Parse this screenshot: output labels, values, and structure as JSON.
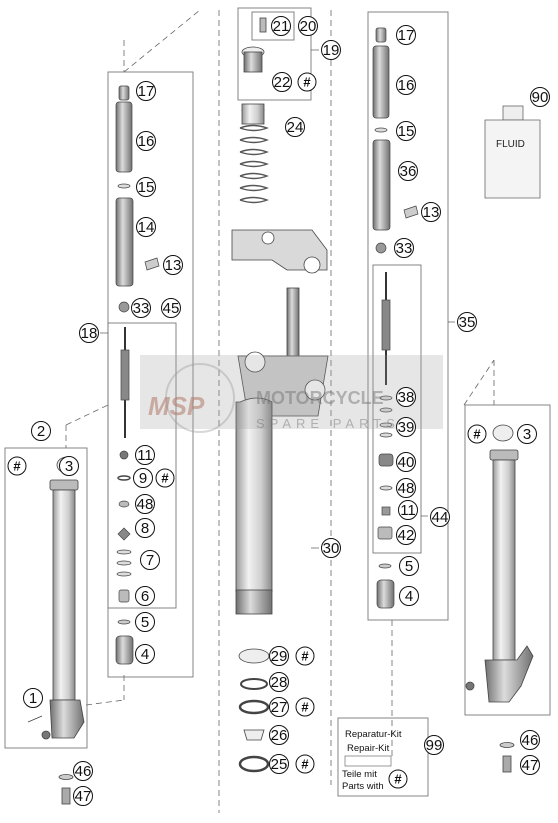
{
  "callouts": [
    {
      "id": "p1",
      "num": "1"
    },
    {
      "id": "p2",
      "num": "2"
    },
    {
      "id": "p3a",
      "num": "3"
    },
    {
      "id": "p3b",
      "num": "3"
    },
    {
      "id": "p4a",
      "num": "4"
    },
    {
      "id": "p4b",
      "num": "4"
    },
    {
      "id": "p5a",
      "num": "5"
    },
    {
      "id": "p5b",
      "num": "5"
    },
    {
      "id": "p6",
      "num": "6"
    },
    {
      "id": "p7",
      "num": "7"
    },
    {
      "id": "p8",
      "num": "8"
    },
    {
      "id": "p9",
      "num": "9"
    },
    {
      "id": "p11a",
      "num": "11"
    },
    {
      "id": "p11b",
      "num": "11"
    },
    {
      "id": "p13a",
      "num": "13"
    },
    {
      "id": "p13b",
      "num": "13"
    },
    {
      "id": "p14",
      "num": "14"
    },
    {
      "id": "p15a",
      "num": "15"
    },
    {
      "id": "p15b",
      "num": "15"
    },
    {
      "id": "p16a",
      "num": "16"
    },
    {
      "id": "p16b",
      "num": "16"
    },
    {
      "id": "p17a",
      "num": "17"
    },
    {
      "id": "p17b",
      "num": "17"
    },
    {
      "id": "p18",
      "num": "18"
    },
    {
      "id": "p19",
      "num": "19"
    },
    {
      "id": "p20",
      "num": "20"
    },
    {
      "id": "p21",
      "num": "21"
    },
    {
      "id": "p22",
      "num": "22"
    },
    {
      "id": "p24",
      "num": "24"
    },
    {
      "id": "p25",
      "num": "25"
    },
    {
      "id": "p26",
      "num": "26"
    },
    {
      "id": "p27",
      "num": "27"
    },
    {
      "id": "p28",
      "num": "28"
    },
    {
      "id": "p29",
      "num": "29"
    },
    {
      "id": "p30",
      "num": "30"
    },
    {
      "id": "p33a",
      "num": "33"
    },
    {
      "id": "p33b",
      "num": "33"
    },
    {
      "id": "p35",
      "num": "35"
    },
    {
      "id": "p36",
      "num": "36"
    },
    {
      "id": "p38",
      "num": "38"
    },
    {
      "id": "p39",
      "num": "39"
    },
    {
      "id": "p40",
      "num": "40"
    },
    {
      "id": "p42",
      "num": "42"
    },
    {
      "id": "p44",
      "num": "44"
    },
    {
      "id": "p45",
      "num": "45"
    },
    {
      "id": "p46a",
      "num": "46"
    },
    {
      "id": "p46b",
      "num": "46"
    },
    {
      "id": "p47a",
      "num": "47"
    },
    {
      "id": "p47b",
      "num": "47"
    },
    {
      "id": "p48a",
      "num": "48"
    },
    {
      "id": "p48b",
      "num": "48"
    },
    {
      "id": "p90",
      "num": "90"
    },
    {
      "id": "p99",
      "num": "99"
    }
  ],
  "hash_symbol": "#",
  "fluid_label": "FLUID",
  "kit_box": {
    "line1": "Reparatur-Kit",
    "line2": "Repair-Kit",
    "line3": "Teile mit",
    "line4": "Parts with"
  },
  "watermark": {
    "logo": "MSP",
    "brand": "MOTORCYCLE",
    "tagline": "SPARE PARTS"
  }
}
